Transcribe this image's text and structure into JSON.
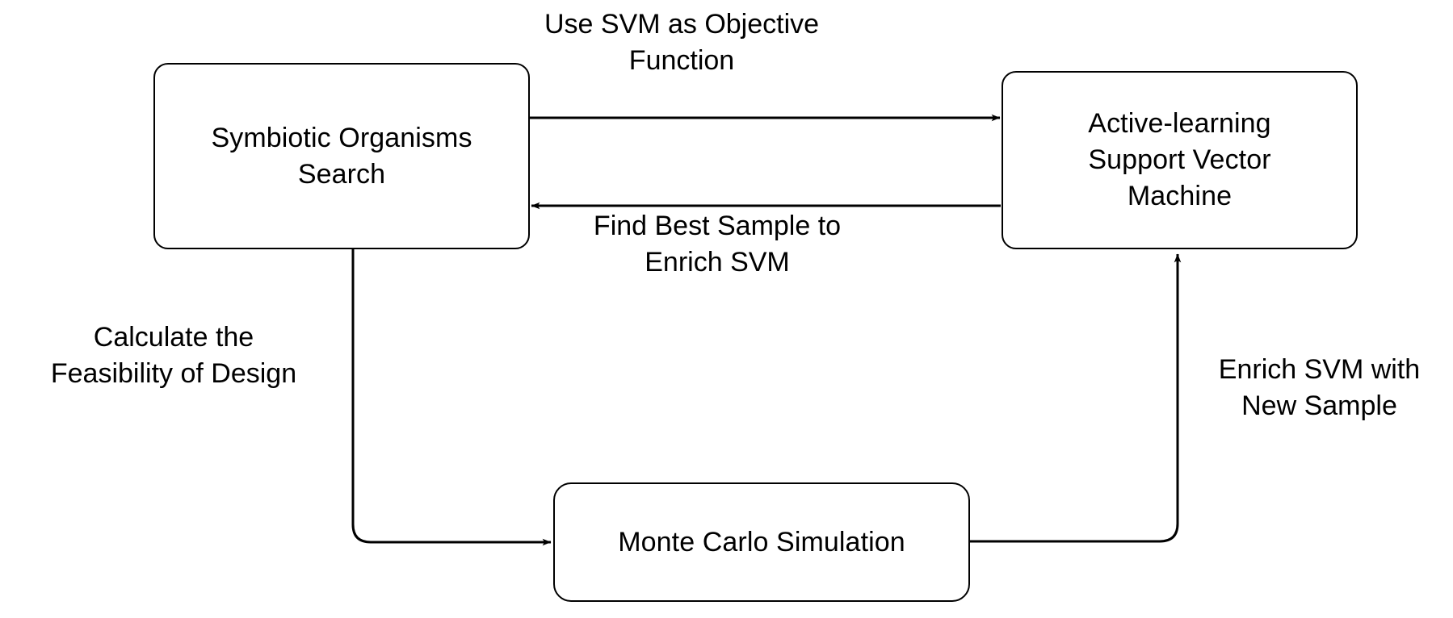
{
  "diagram": {
    "title": "Active-learning SVM optimization framework flowchart",
    "background_color": "#ffffff",
    "stroke_color": "#000000",
    "text_color": "#000000",
    "nodes": [
      {
        "id": "sos",
        "label": "Symbiotic Organisms\nSearch",
        "shape": "rounded-rectangle"
      },
      {
        "id": "svm",
        "label": "Active-learning\nSupport Vector\nMachine",
        "shape": "rounded-rectangle"
      },
      {
        "id": "mcs",
        "label": "Monte Carlo Simulation",
        "shape": "rounded-rectangle"
      }
    ],
    "edges": [
      {
        "id": "sos-to-svm",
        "from": "sos",
        "to": "svm",
        "label": "Use SVM as Objective\nFunction",
        "arrow": "end"
      },
      {
        "id": "svm-to-sos",
        "from": "svm",
        "to": "sos",
        "label": "Find Best Sample to\nEnrich SVM",
        "arrow": "end"
      },
      {
        "id": "sos-to-mcs",
        "from": "sos",
        "to": "mcs",
        "label": "Calculate the\nFeasibility of Design",
        "arrow": "end"
      },
      {
        "id": "mcs-to-svm",
        "from": "mcs",
        "to": "svm",
        "label": "Enrich SVM with\nNew Sample",
        "arrow": "end"
      }
    ]
  }
}
